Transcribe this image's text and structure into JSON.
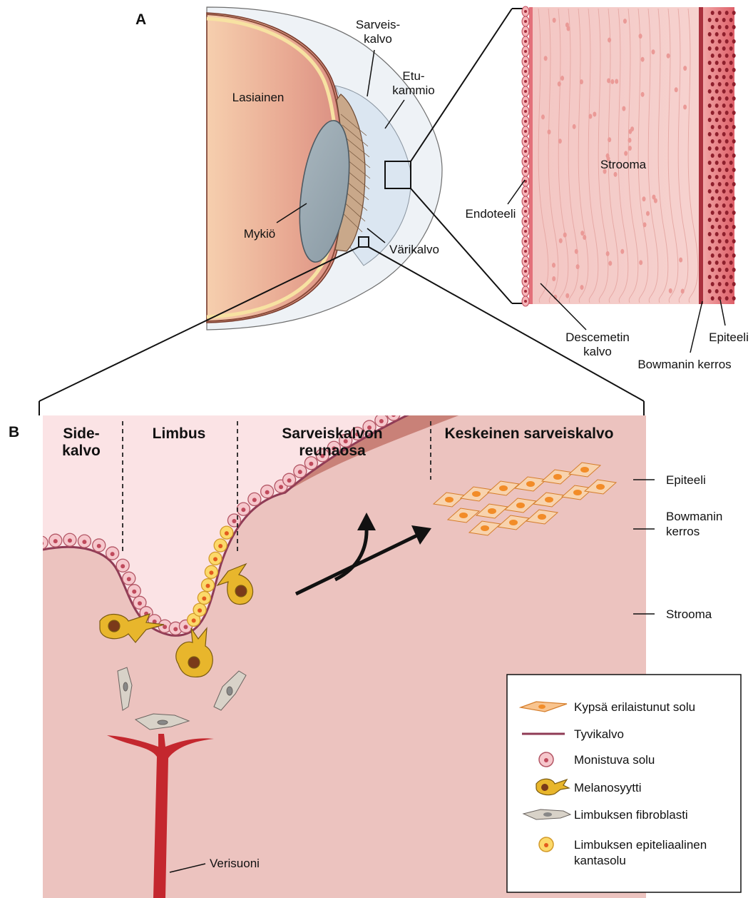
{
  "panels": {
    "a": "A",
    "b": "B"
  },
  "eye_labels": {
    "vitreous": "Lasiainen",
    "lens": "Mykiö",
    "cornea_1": "Sarveis-",
    "cornea_2": "kalvo",
    "anterior_chamber_1": "Etu-",
    "anterior_chamber_2": "kammio",
    "iris": "Värikalvo"
  },
  "cornea_detail_labels": {
    "stroma": "Strooma",
    "endothelium": "Endoteeli",
    "descemet_1": "Descemetin",
    "descemet_2": "kalvo",
    "epithelium": "Epiteeli",
    "bowman": "Bowmanin kerros"
  },
  "zones": {
    "conjunctiva_1": "Side-",
    "conjunctiva_2": "kalvo",
    "limbus": "Limbus",
    "peripheral_1": "Sarveiskalvon",
    "peripheral_2": "reunaosa",
    "central": "Keskeinen sarveiskalvo"
  },
  "layer_labels": {
    "epithelium": "Epiteeli",
    "bowman_1": "Bowmanin",
    "bowman_2": "kerros",
    "stroma": "Strooma"
  },
  "vessel_label": "Verisuoni",
  "legend": {
    "mature_cell": "Kypsä erilaistunut solu",
    "basement_membrane": "Tyvikalvo",
    "proliferating_cell": "Monistuva solu",
    "melanocyte": "Melanosyytti",
    "fibroblast": "Limbuksen fibroblasti",
    "stem_cell_1": "Limbuksen epiteliaalinen",
    "stem_cell_2": "kantasolu"
  },
  "colors": {
    "tear_zone": "#dfeaf6",
    "epithelium": "#fbe3e5",
    "stroma": "#ecc3bf",
    "bowman": "#c98178",
    "basement": "#8f3b55",
    "cell": "#f6c7cc",
    "mature_cell": "#f8c48f",
    "stem_cell": "#fcd96a",
    "melanocyte": "#e8b62c",
    "vessel": "#c4272e"
  }
}
